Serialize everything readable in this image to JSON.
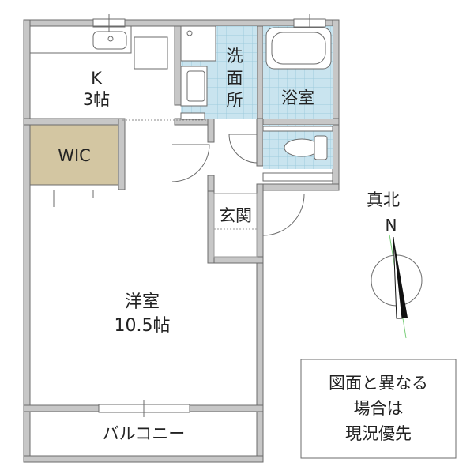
{
  "rooms": {
    "kitchen": {
      "name": "K",
      "size": "3帖"
    },
    "wic": {
      "name": "WIC"
    },
    "washroom": {
      "name_lines": [
        "洗",
        "面",
        "所"
      ]
    },
    "bathroom": {
      "name": "浴室"
    },
    "entrance": {
      "name": "玄関"
    },
    "western_room": {
      "name": "洋室",
      "size": "10.5帖"
    },
    "balcony": {
      "name": "バルコニー"
    }
  },
  "compass": {
    "label": "真北",
    "direction": "N"
  },
  "notice": {
    "lines": [
      "図面と異なる",
      "場合は",
      "現況優先"
    ]
  },
  "colors": {
    "wall": "#c7c7c7",
    "wall_outline": "#6b6b6b",
    "wet_area_tile": "#c9e4ef",
    "tile_grid": "#9ecbdc",
    "wic_fill": "#d3c6a2",
    "needle_dark": "#111111",
    "compass_line": "#7ed07e"
  }
}
